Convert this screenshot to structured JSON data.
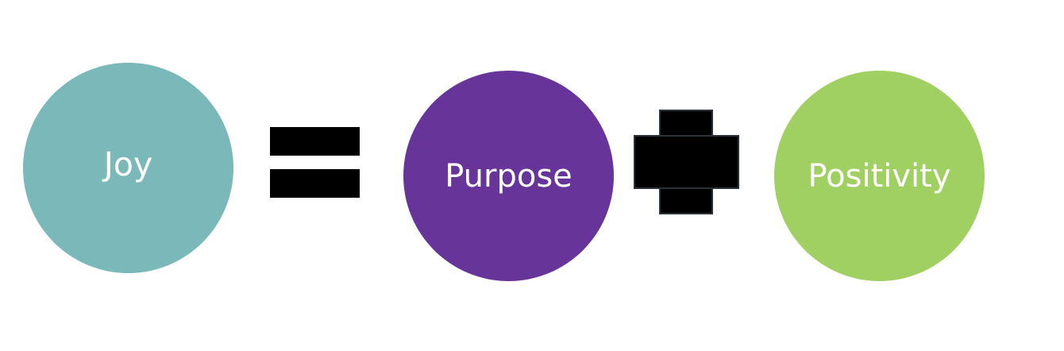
{
  "equation": {
    "left_term": {
      "label": "Joy",
      "color": "#7ab8b9"
    },
    "operator_equals": "equals-sign",
    "right_term_1": {
      "label": "Purpose",
      "color": "#673499"
    },
    "operator_plus": "plus-sign",
    "right_term_2": {
      "label": "Positivity",
      "color": "#a0cf62"
    }
  },
  "colors": {
    "background": "#ffffff",
    "operators": "#000000",
    "label_text": "#ffffff"
  }
}
